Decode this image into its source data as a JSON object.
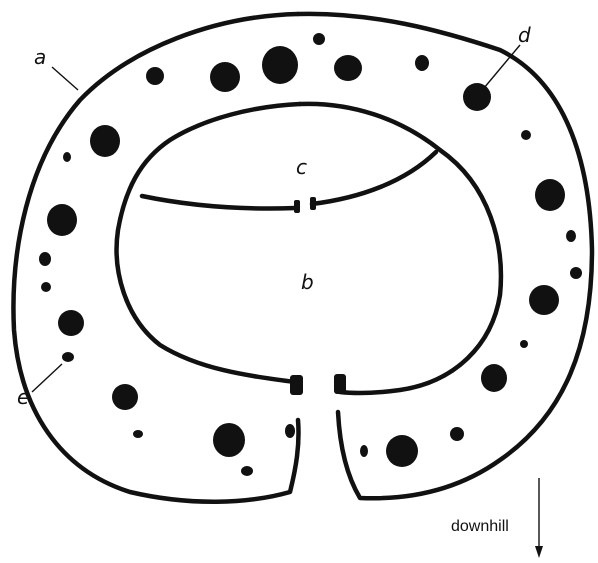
{
  "labels": {
    "a": "a",
    "b": "b",
    "c": "c",
    "d": "d",
    "e": "e"
  },
  "direction_note": "downhill",
  "colors": {
    "ink": "#111111",
    "background": "#ffffff"
  }
}
